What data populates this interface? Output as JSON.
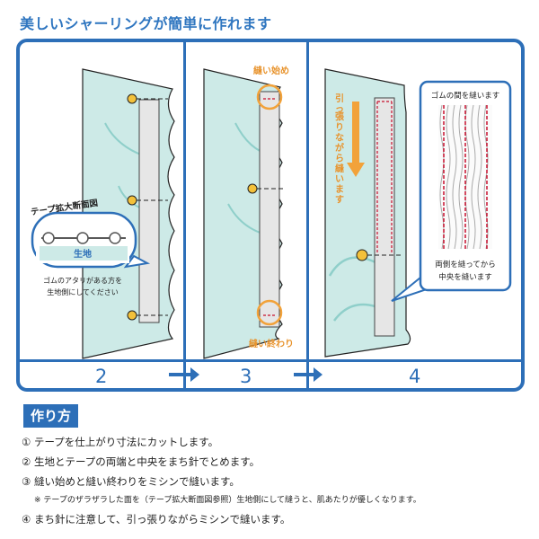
{
  "title": "美しいシャーリングが簡単に作れます",
  "panel2": {
    "callout_title": "テープ拡大断面図",
    "fabric_label": "生地",
    "note_line1": "ゴムのアタリがある方を",
    "note_line2": "生地側にしてください"
  },
  "panel3": {
    "start_label": "縫い始め",
    "end_label": "縫い終わり"
  },
  "panel4": {
    "vertical_text": [
      "引",
      "っ",
      "張",
      "り",
      "な",
      "が",
      "ら",
      "縫",
      "い",
      "ま",
      "す"
    ],
    "box_top": "ゴムの間を縫います",
    "box_bottom_line1": "両側を縫ってから",
    "box_bottom_line2": "中央を縫います"
  },
  "step_numbers": [
    "2",
    "3",
    "4"
  ],
  "section_tag": "作り方",
  "steps": [
    "① テープを仕上がり寸法にカットします。",
    "② 生地とテープの両端と中央をまち針でとめます。",
    "③ 縫い始めと縫い終わりをミシンで縫います。",
    "※ テープのザラザラした面を（テープ拡大断面図参照）生地側にして縫うと、肌あたりが優しくなります。",
    "④ まち針に注意して、引っ張りながらミシンで縫います。"
  ],
  "colors": {
    "accent": "#2d6fb8",
    "title": "#2f76c0",
    "fabric": "#cdeae7",
    "pin": "#f3c13a",
    "highlight": "#f2a23a",
    "stitch": "#c8102e"
  }
}
